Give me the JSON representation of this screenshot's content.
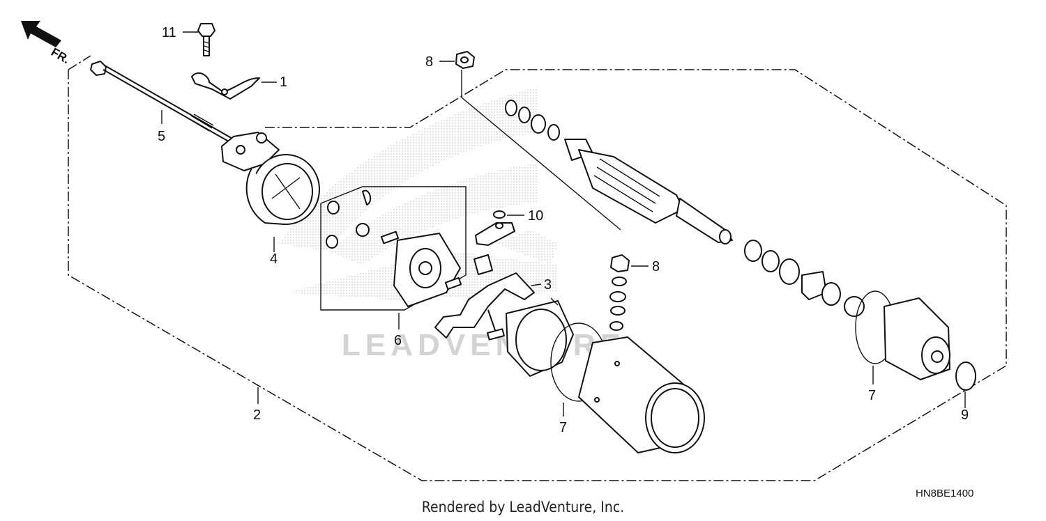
{
  "direction_label": "FR.",
  "watermark": "LEADVENTURE",
  "diagram_code": "HN8BE1400",
  "credit": "Rendered by LeadVenture, Inc.",
  "callouts": [
    "11",
    "1",
    "5",
    "4",
    "6",
    "10",
    "3",
    "8",
    "8",
    "7",
    "7",
    "9",
    "2"
  ]
}
